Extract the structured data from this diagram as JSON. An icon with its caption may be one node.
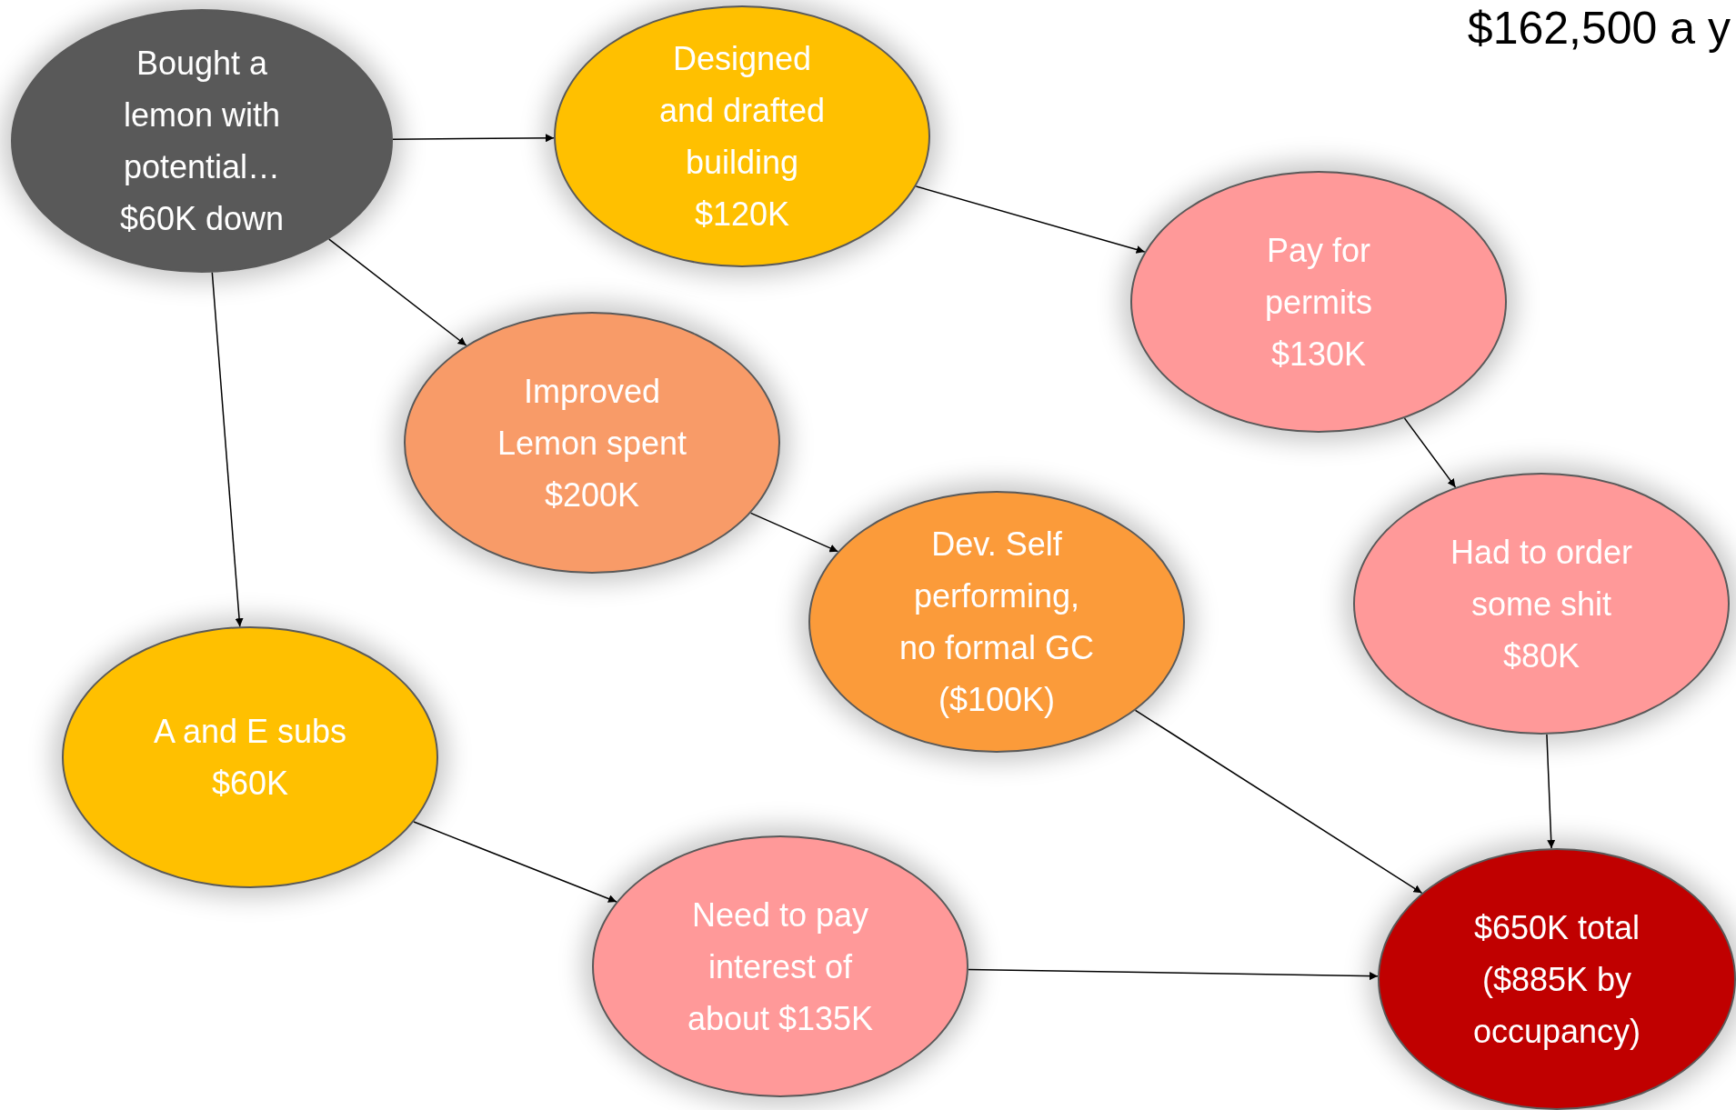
{
  "diagram": {
    "nodes": [
      {
        "text": [
          "Bought a lemon with potential… $60K down"
        ]
      },
      {
        "text": [
          "Designed and drafted building $120K"
        ]
      },
      {
        "text": [
          "Pay for permits $130K"
        ]
      },
      {
        "text": [
          "Improved Lemon spent $200K"
        ]
      },
      {
        "text": [
          "Dev. Self performing, no formal GC ($100K)"
        ]
      },
      {
        "text": [
          "Had to order some shit $80K"
        ]
      },
      {
        "text": [
          "A and E subs $60K"
        ]
      },
      {
        "text": [
          "Need to pay interest of about $135K"
        ]
      },
      {
        "text": [
          "$650K total ($885K by occupancy)"
        ]
      }
    ],
    "edges": [
      {
        "from": 0,
        "to": 1,
        "arrow": "to"
      },
      {
        "from": 1,
        "to": 2,
        "arrow": "to"
      },
      {
        "from": 0,
        "to": 3,
        "arrow": "to"
      },
      {
        "from": 0,
        "to": 6,
        "arrow": "to"
      },
      {
        "from": 2,
        "to": 5,
        "arrow": "to"
      },
      {
        "from": 3,
        "to": 4,
        "arrow": "to"
      },
      {
        "from": 4,
        "to": 8,
        "arrow": "to"
      },
      {
        "from": 5,
        "to": 8,
        "arrow": "to"
      },
      {
        "from": 6,
        "to": 7,
        "arrow": "to"
      },
      {
        "from": 7,
        "to": 8,
        "arrow": "to"
      }
    ],
    "labels": [
      "$162,500 a y"
    ]
  }
}
